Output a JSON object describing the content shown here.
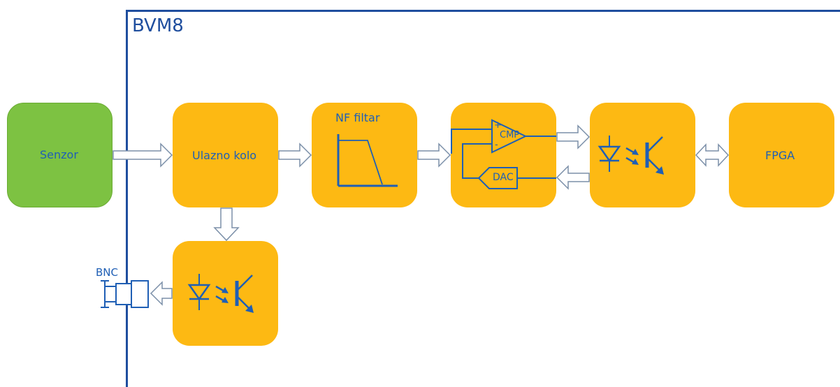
{
  "system_title": "BVM8",
  "blocks": {
    "sensor": "Senzor",
    "input_circuit": "Ulazno kolo",
    "lowpass_filter": "NF filtar",
    "fpga": "FPGA"
  },
  "comparator": {
    "cmp_label": "CMP",
    "plus_sign": "+",
    "minus_sign": "-",
    "dac_label": "DAC"
  },
  "connector_label": "BNC",
  "colors": {
    "block_fill": "#fdb913",
    "sensor_fill": "#7dc242",
    "line_color": "#1f4e9e",
    "symbol_color": "#1f5fb5"
  }
}
